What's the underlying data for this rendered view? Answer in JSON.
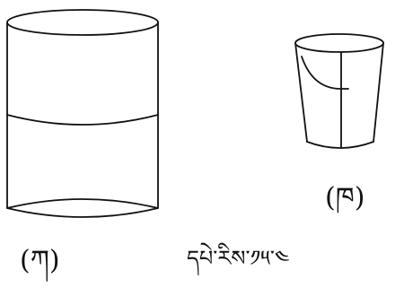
{
  "labels": {
    "drum": "(ཀ)",
    "bucket": "(ཁ)"
  },
  "caption": "དཔེ་རིས་༡༥་༤",
  "colors": {
    "stroke": "#111111",
    "background": "#ffffff"
  }
}
